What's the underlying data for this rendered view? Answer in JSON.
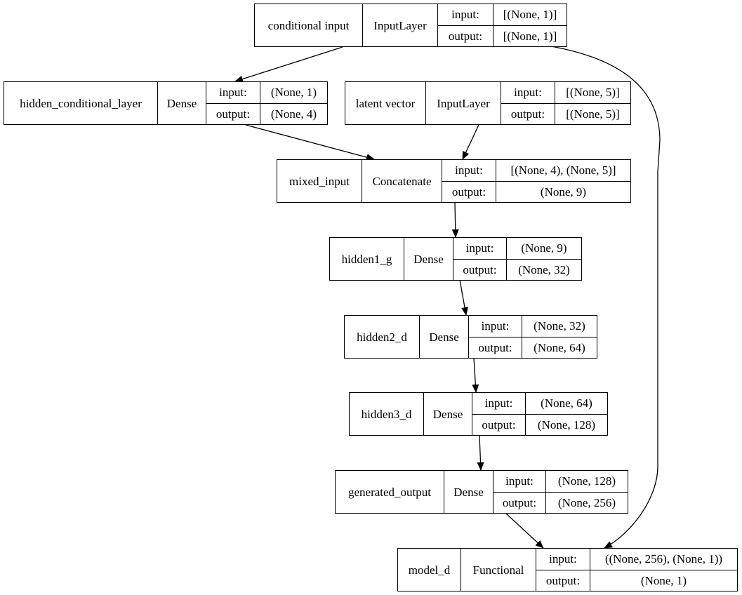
{
  "diagram": {
    "nodes": [
      {
        "id": "conditional_input",
        "name": "conditional input",
        "type": "InputLayer",
        "input_label": "input:",
        "output_label": "output:",
        "input": "[(None, 1)]",
        "output": "[(None, 1)]"
      },
      {
        "id": "hidden_conditional_layer",
        "name": "hidden_conditional_layer",
        "type": "Dense",
        "input_label": "input:",
        "output_label": "output:",
        "input": "(None, 1)",
        "output": "(None, 4)"
      },
      {
        "id": "latent_vector",
        "name": "latent vector",
        "type": "InputLayer",
        "input_label": "input:",
        "output_label": "output:",
        "input": "[(None, 5)]",
        "output": "[(None, 5)]"
      },
      {
        "id": "mixed_input",
        "name": "mixed_input",
        "type": "Concatenate",
        "input_label": "input:",
        "output_label": "output:",
        "input": "[(None, 4), (None, 5)]",
        "output": "(None, 9)"
      },
      {
        "id": "hidden1_g",
        "name": "hidden1_g",
        "type": "Dense",
        "input_label": "input:",
        "output_label": "output:",
        "input": "(None, 9)",
        "output": "(None, 32)"
      },
      {
        "id": "hidden2_d",
        "name": "hidden2_d",
        "type": "Dense",
        "input_label": "input:",
        "output_label": "output:",
        "input": "(None, 32)",
        "output": "(None, 64)"
      },
      {
        "id": "hidden3_d",
        "name": "hidden3_d",
        "type": "Dense",
        "input_label": "input:",
        "output_label": "output:",
        "input": "(None, 64)",
        "output": "(None, 128)"
      },
      {
        "id": "generated_output",
        "name": "generated_output",
        "type": "Dense",
        "input_label": "input:",
        "output_label": "output:",
        "input": "(None, 128)",
        "output": "(None, 256)"
      },
      {
        "id": "model_d",
        "name": "model_d",
        "type": "Functional",
        "input_label": "input:",
        "output_label": "output:",
        "input": "((None, 256), (None, 1))",
        "output": "(None, 1)"
      }
    ],
    "edges": [
      {
        "from": "conditional_input",
        "to": "hidden_conditional_layer"
      },
      {
        "from": "hidden_conditional_layer",
        "to": "mixed_input"
      },
      {
        "from": "latent_vector",
        "to": "mixed_input"
      },
      {
        "from": "mixed_input",
        "to": "hidden1_g"
      },
      {
        "from": "hidden1_g",
        "to": "hidden2_d"
      },
      {
        "from": "hidden2_d",
        "to": "hidden3_d"
      },
      {
        "from": "hidden3_d",
        "to": "generated_output"
      },
      {
        "from": "generated_output",
        "to": "model_d"
      },
      {
        "from": "conditional_input",
        "to": "model_d"
      }
    ]
  }
}
